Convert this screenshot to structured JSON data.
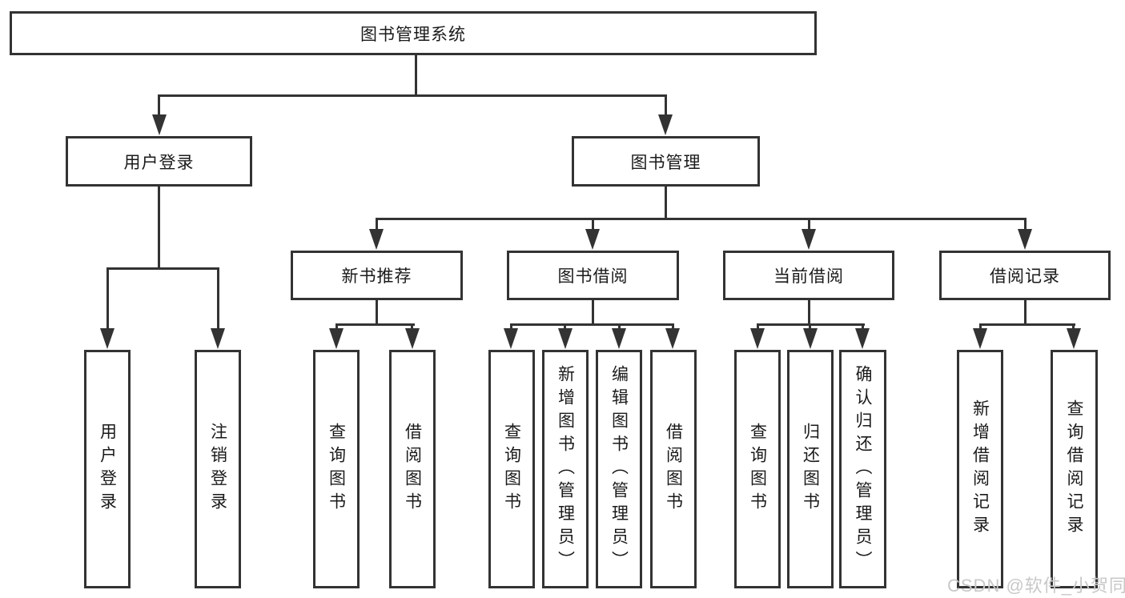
{
  "diagram": {
    "title": "图书管理系统",
    "root": {
      "label": "图书管理系统"
    },
    "branches": [
      {
        "label": "用户登录"
      },
      {
        "label": "图书管理"
      }
    ],
    "modules": [
      {
        "label": "新书推荐"
      },
      {
        "label": "图书借阅"
      },
      {
        "label": "当前借阅"
      },
      {
        "label": "借阅记录"
      }
    ],
    "functions": [
      {
        "label": "用户登录"
      },
      {
        "label": "注销登录"
      },
      {
        "label": "查询图书"
      },
      {
        "label": "借阅图书"
      },
      {
        "label": "查询图书"
      },
      {
        "label": "新增图书（管理员）"
      },
      {
        "label": "编辑图书（管理员）"
      },
      {
        "label": "借阅图书"
      },
      {
        "label": "查询图书"
      },
      {
        "label": "归还图书"
      },
      {
        "label": "确认归还（管理员）"
      },
      {
        "label": "新增借阅记录"
      },
      {
        "label": "查询借阅记录"
      }
    ]
  },
  "watermark": {
    "text": "CSDN @软件_小贺同学"
  },
  "colors": {
    "line": "#333333",
    "box_background": "#ffffff",
    "text": "#1a1a1a",
    "watermark": "#c8c8c8"
  }
}
